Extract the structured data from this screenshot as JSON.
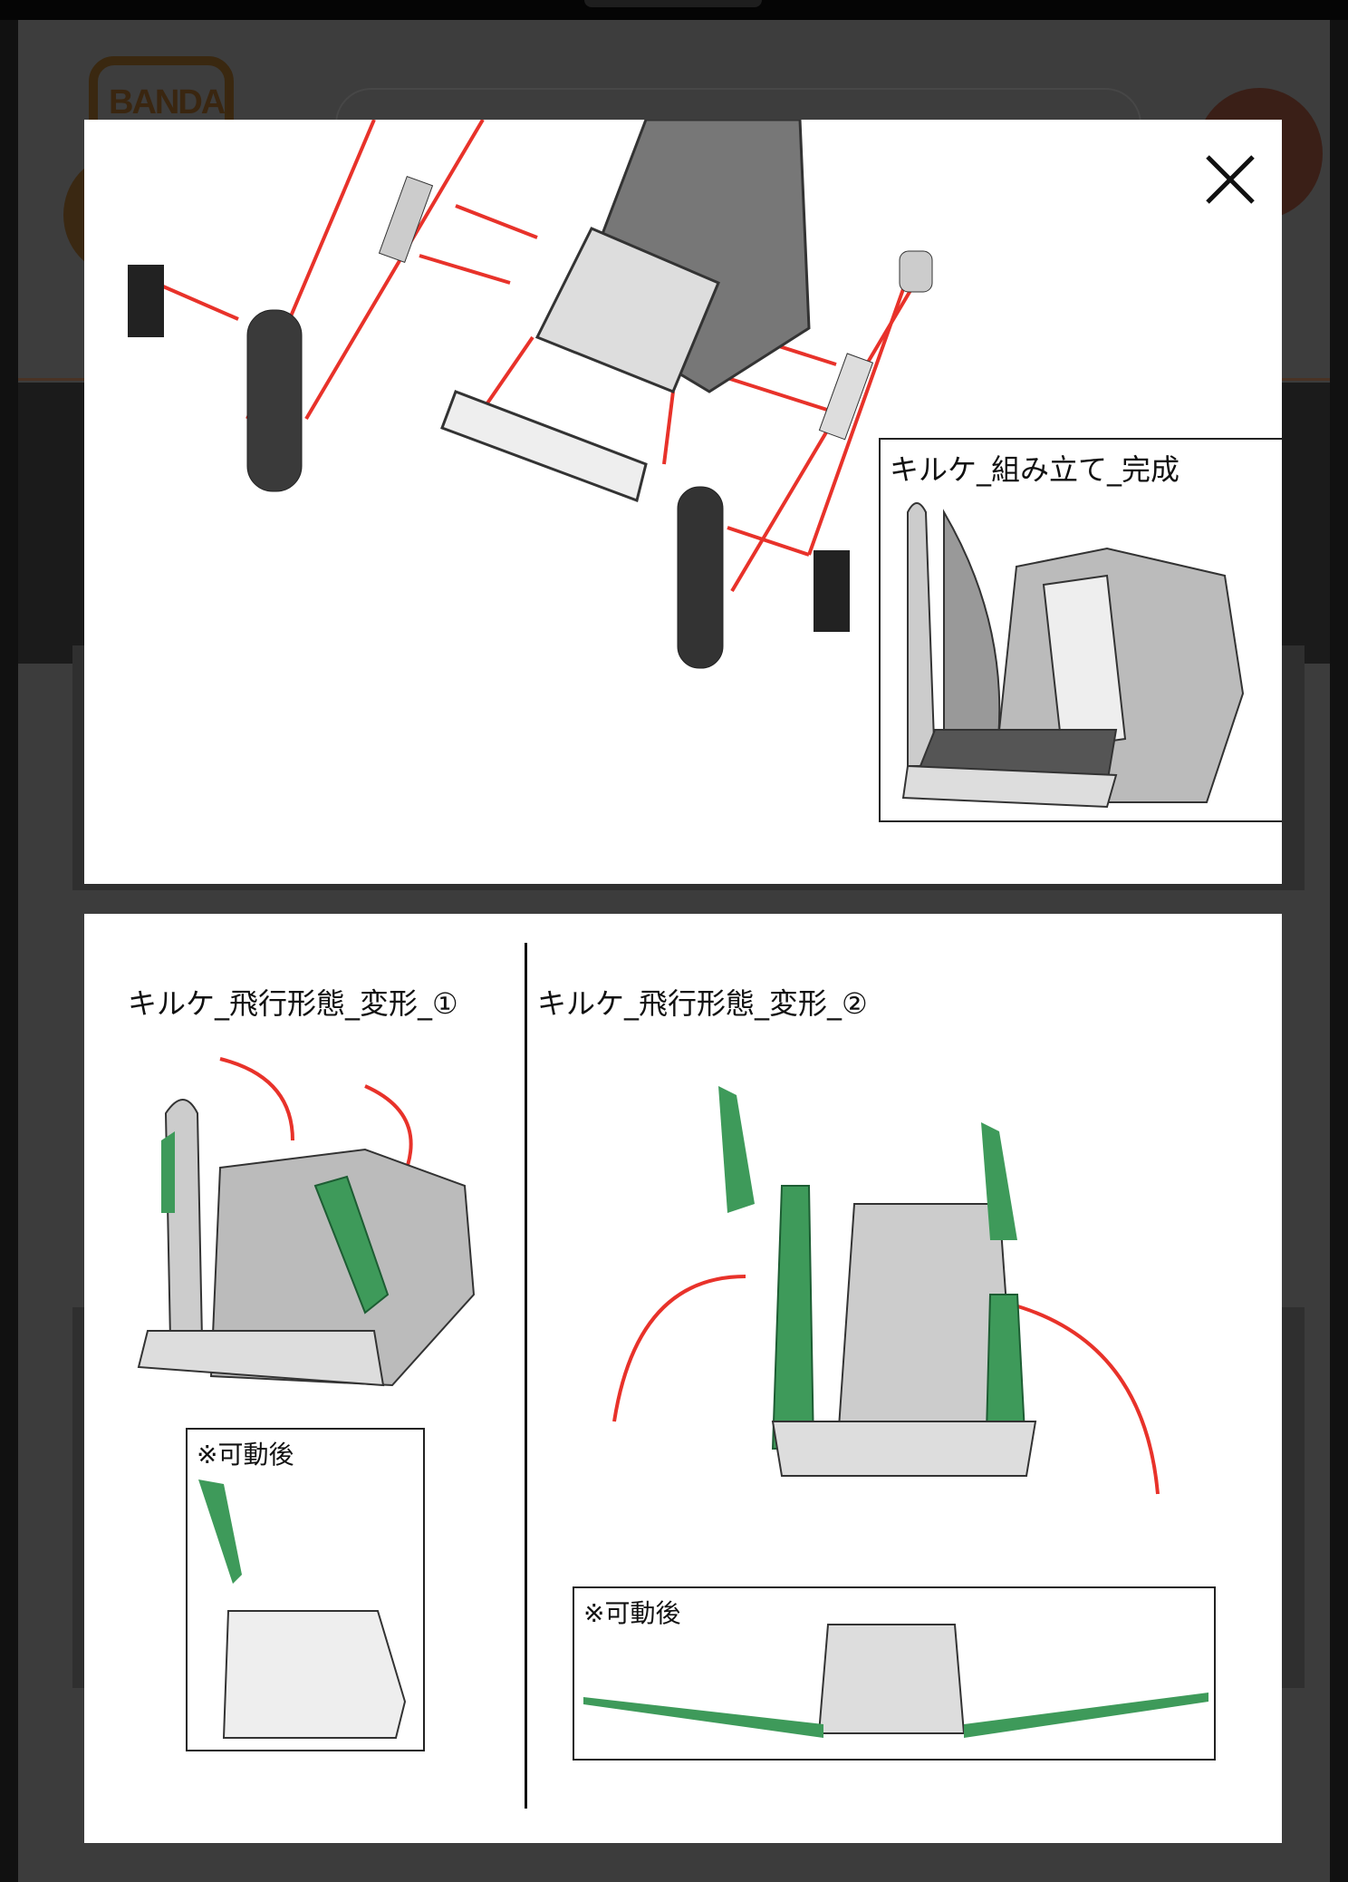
{
  "site": {
    "logo_text": "BANDAI"
  },
  "modal": {
    "close_label": "×",
    "image1": {
      "inset_caption": "キルケ_組み立て_完成"
    },
    "image2": {
      "caption_left": "キルケ_飛行形態_変形_①",
      "caption_right": "キルケ_飛行形態_変形_②",
      "inset_left_caption": "※可動後",
      "inset_right_caption": "※可動後"
    }
  },
  "colors": {
    "arrow": "#e8322a",
    "part_green": "#3e9a5a",
    "overlay": "#000000"
  }
}
